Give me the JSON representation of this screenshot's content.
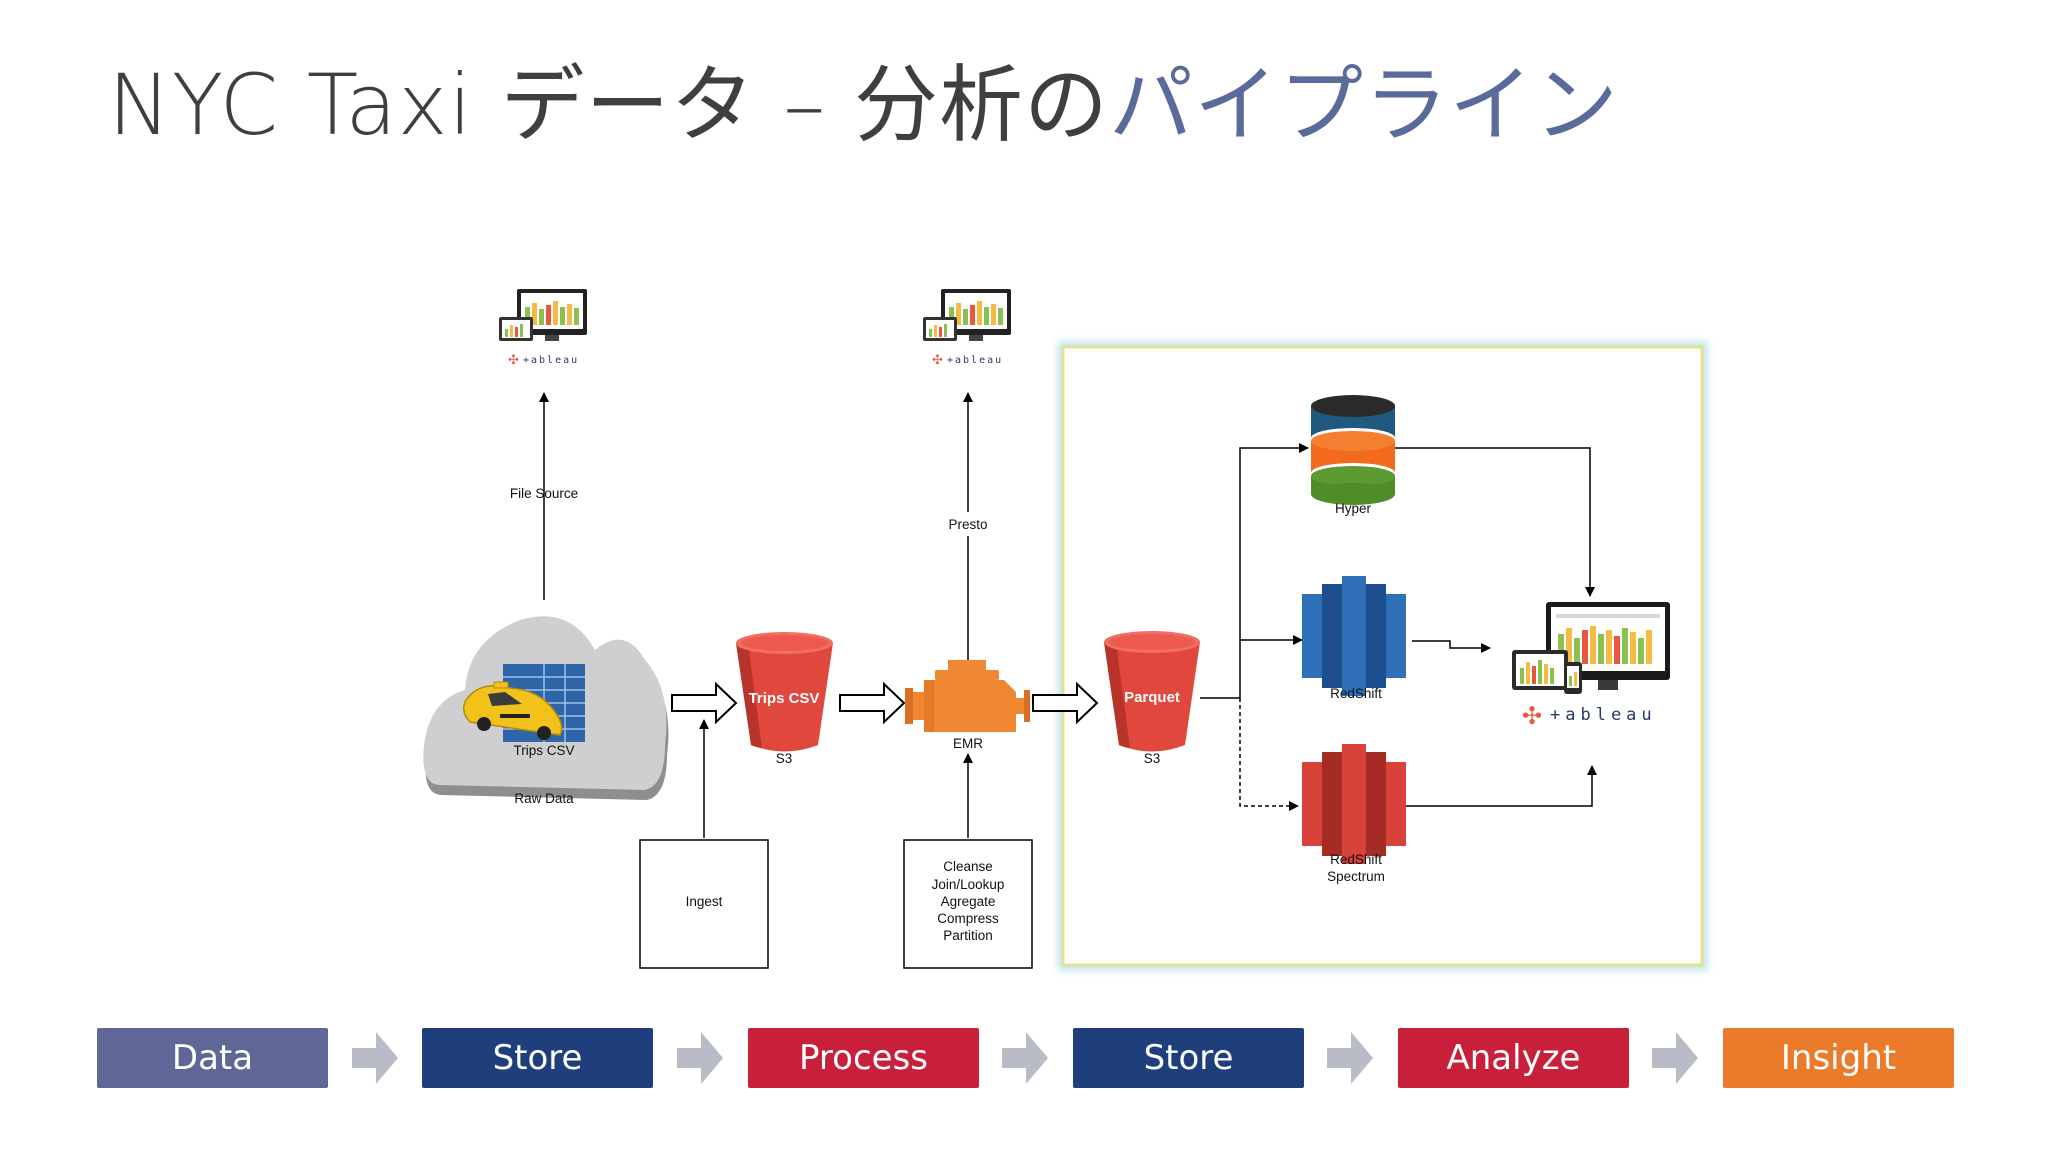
{
  "title": {
    "main": "NYC Taxi データ – 分析の",
    "accent": "パイプライン"
  },
  "diagram": {
    "tableau_logo_text": "+ableau",
    "tableau_logo_text_large": "+ableau",
    "raw_data": {
      "inner_label": "Trips CSV",
      "label": "Raw Data"
    },
    "file_source_label": "File Source",
    "bucket_trips": {
      "label": "Trips CSV",
      "sublabel": "S3"
    },
    "emr": {
      "label": "EMR"
    },
    "presto_label": "Presto",
    "bucket_parquet": {
      "label": "Parquet",
      "sublabel": "S3"
    },
    "hyper_label": "Hyper",
    "redshift_label": "RedShift",
    "spectrum_label_line1": "RedShift",
    "spectrum_label_line2": "Spectrum",
    "ingest_label": "Ingest",
    "process_steps": [
      "Cleanse",
      "Join/Lookup",
      "Agregate",
      "Compress",
      "Partition"
    ]
  },
  "stages": [
    {
      "label": "Data",
      "color": "#5f6796"
    },
    {
      "label": "Store",
      "color": "#1f3f7c"
    },
    {
      "label": "Process",
      "color": "#c8203a"
    },
    {
      "label": "Store",
      "color": "#1f3f7c"
    },
    {
      "label": "Analyze",
      "color": "#c8203a"
    },
    {
      "label": "Insight",
      "color": "#eb7a2a"
    }
  ],
  "colors": {
    "bucket_red": "#e1483d",
    "emr_orange": "#f08733",
    "highlight_border": "#e6e28a",
    "redshift_blue": "#2e6fb8",
    "spectrum_red": "#d8423a",
    "chevron_gray": "#b9bbc6"
  }
}
